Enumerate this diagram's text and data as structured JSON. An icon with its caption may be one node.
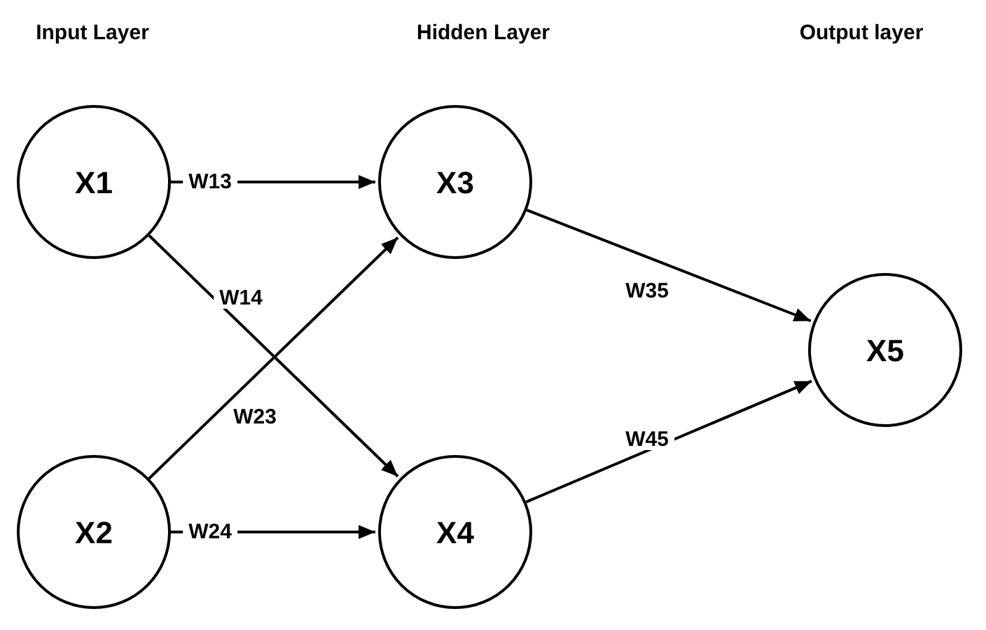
{
  "diagram": {
    "nodes": [
      {
        "text": [
          "X1"
        ]
      },
      {
        "text": [
          "X2"
        ]
      },
      {
        "text": [
          "X3"
        ]
      },
      {
        "text": [
          "X4"
        ]
      },
      {
        "text": [
          "X5"
        ]
      }
    ],
    "edges": [
      {
        "from": 0,
        "to": 2,
        "arrow": "to",
        "label": "W13"
      },
      {
        "from": 0,
        "to": 3,
        "arrow": "to",
        "label": "W14"
      },
      {
        "from": 1,
        "to": 2,
        "arrow": "to",
        "label": "W23"
      },
      {
        "from": 1,
        "to": 3,
        "arrow": "to",
        "label": "W24"
      },
      {
        "from": 2,
        "to": 4,
        "arrow": "to",
        "label": "W35"
      },
      {
        "from": 3,
        "to": 4,
        "arrow": "to",
        "label": "W45"
      }
    ],
    "labels": [
      "Input Layer",
      "Hidden Layer",
      "Output layer"
    ]
  }
}
